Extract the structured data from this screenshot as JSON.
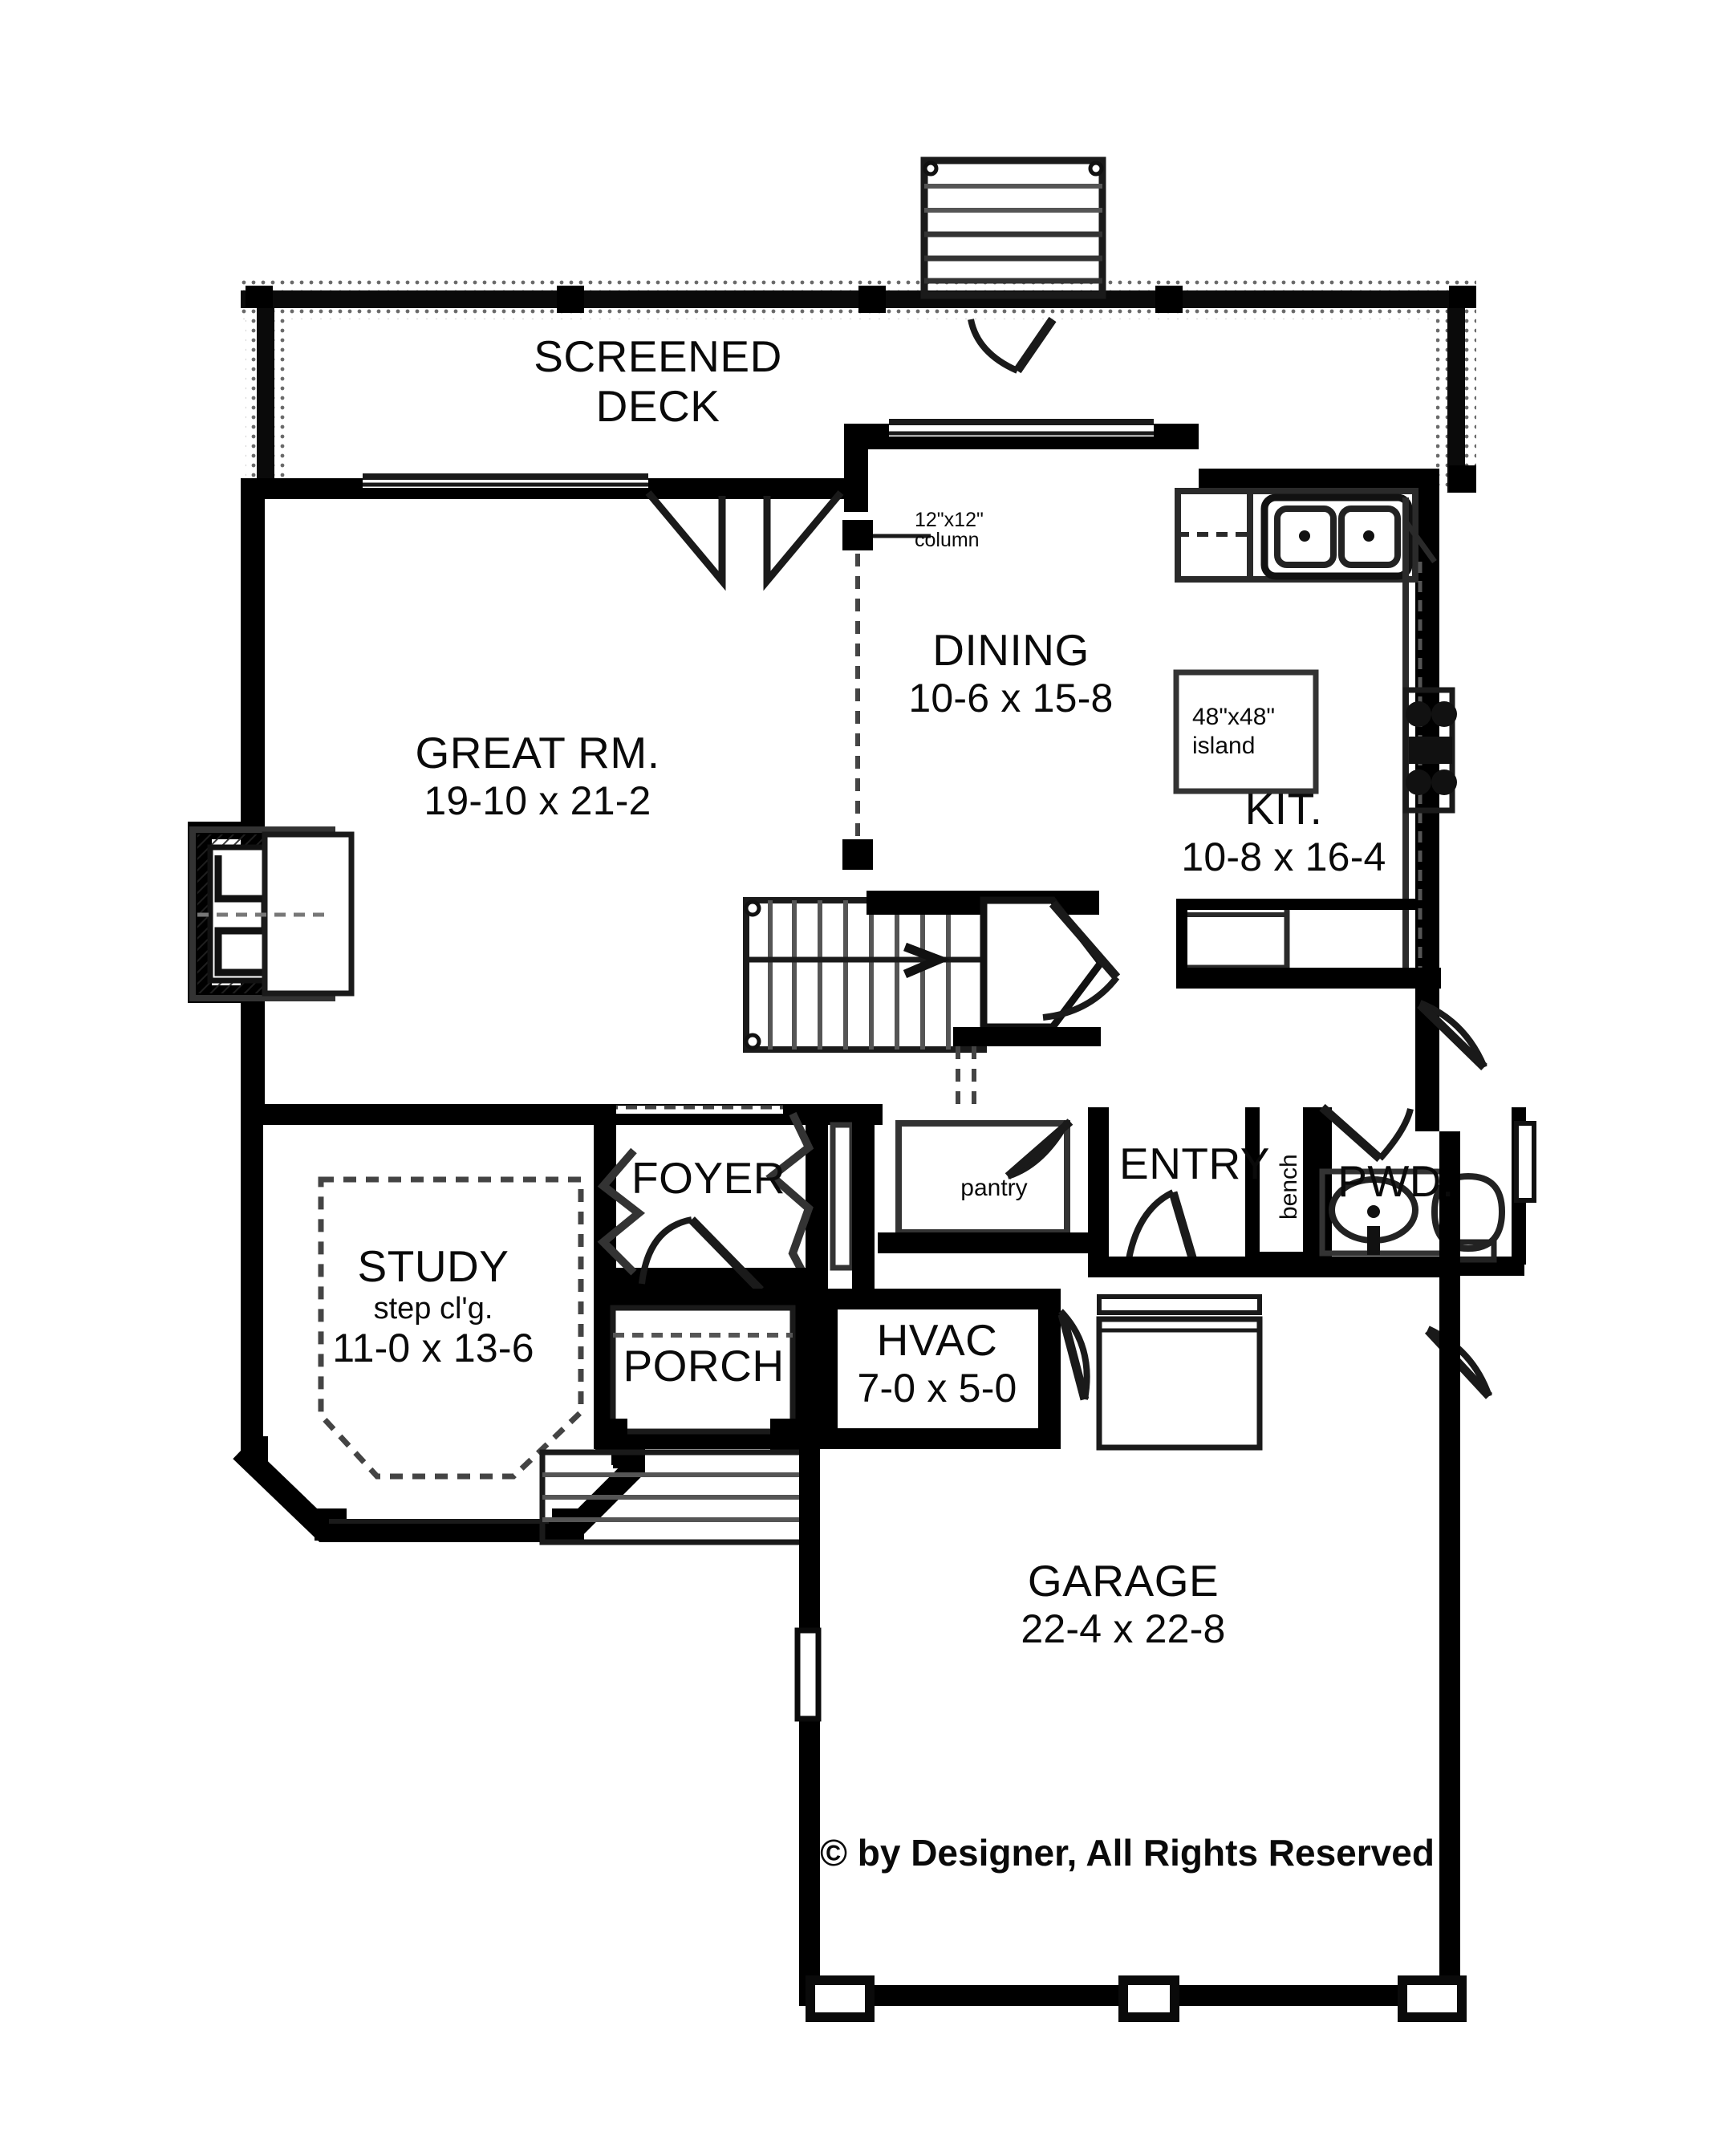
{
  "document": {
    "type": "architectural-floor-plan",
    "level": "main-floor",
    "copyright": "© by Designer, All Rights Reserved"
  },
  "rooms": [
    {
      "id": "screened-deck",
      "name": "SCREENED",
      "name_line2": "DECK",
      "dimensions": ""
    },
    {
      "id": "great-room",
      "name": "GREAT RM.",
      "dimensions": "19-10 x 21-2"
    },
    {
      "id": "dining",
      "name": "DINING",
      "dimensions": "10-6 x 15-8"
    },
    {
      "id": "kitchen",
      "name": "KIT.",
      "dimensions": "10-8 x 16-4"
    },
    {
      "id": "study",
      "name": "STUDY",
      "note": "step cl'g.",
      "dimensions": "11-0 x 13-6"
    },
    {
      "id": "foyer",
      "name": "FOYER",
      "dimensions": ""
    },
    {
      "id": "entry",
      "name": "ENTRY",
      "dimensions": ""
    },
    {
      "id": "powder-room",
      "name": "PWD.",
      "dimensions": ""
    },
    {
      "id": "hvac",
      "name": "HVAC",
      "dimensions": "7-0 x 5-0"
    },
    {
      "id": "porch",
      "name": "PORCH",
      "dimensions": ""
    },
    {
      "id": "garage",
      "name": "GARAGE",
      "dimensions": "22-4 x 22-8"
    }
  ],
  "annotations": {
    "column_line1": "12\"x12\"",
    "column_line2": "column",
    "island_line1": "48\"x48\"",
    "island_line2": "island",
    "pantry": "pantry",
    "bench": "bench"
  },
  "fixtures": [
    {
      "id": "fireplace",
      "label": ""
    },
    {
      "id": "kitchen-sink",
      "label": ""
    },
    {
      "id": "cooktop",
      "label": ""
    },
    {
      "id": "kitchen-island",
      "label": ""
    },
    {
      "id": "powder-sink",
      "label": ""
    },
    {
      "id": "toilet",
      "label": ""
    },
    {
      "id": "interior-stair",
      "label": ""
    },
    {
      "id": "deck-stair",
      "label": ""
    },
    {
      "id": "porch-stair",
      "label": ""
    }
  ],
  "colors": {
    "wall": "#000000",
    "line": "#1a1a1a",
    "text": "#0a0a0a",
    "background": "#ffffff"
  }
}
